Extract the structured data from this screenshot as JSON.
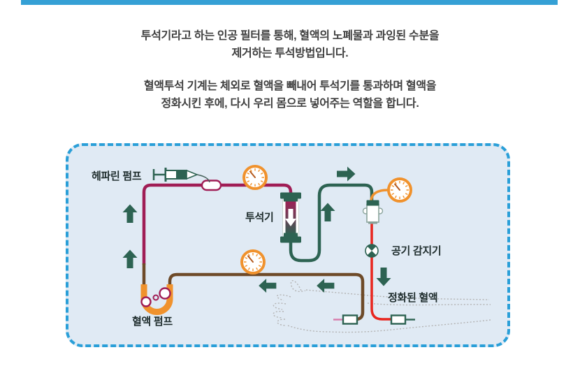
{
  "colors": {
    "bar-blue": "#35a0d5",
    "border-blue": "#2a9fd8",
    "panel-bg": "#e0eaf4",
    "crimson": "#a01d55",
    "green": "#2d6352",
    "orange": "#f0922d",
    "red": "#e8261f",
    "brown": "#6e4a28",
    "pink": "#d87aaa",
    "label": "#1f2d2d",
    "text": "#3f3f3f",
    "hand": "#b3b3b3",
    "needle": "#b45a1e",
    "chamber-outline": "#8aa39b"
  },
  "intro": {
    "p1l1": "투석기라고 하는 인공 필터를 통해, 혈액의 노폐물과 과잉된 수분을",
    "p1l2": "제거하는 투석방법입니다.",
    "p2l1": "혈액투석 기계는 체외로 혈액을 빼내어 투석기를 통과하며 혈액을",
    "p2l2": "정화시킨 후에, 다시 우리 몸으로 넣어주는 역할을 합니다."
  },
  "diagram": {
    "labels": {
      "heparin_pump": "헤파린 펌프",
      "dialyzer": "투석기",
      "air_detector": "공기 감지기",
      "purified_blood": "정화된 혈액",
      "blood_pump": "혈액 펌프"
    },
    "icons": [
      "syringe-icon",
      "injection-port-icon",
      "pressure-gauge-icon",
      "dialyzer-icon",
      "air-trap-chamber-icon",
      "air-detector-valve-icon",
      "blood-pump-rollers-icon",
      "arterial-connector-icon",
      "venous-connector-icon",
      "flow-arrow-icon",
      "hand-outline-icon"
    ]
  }
}
